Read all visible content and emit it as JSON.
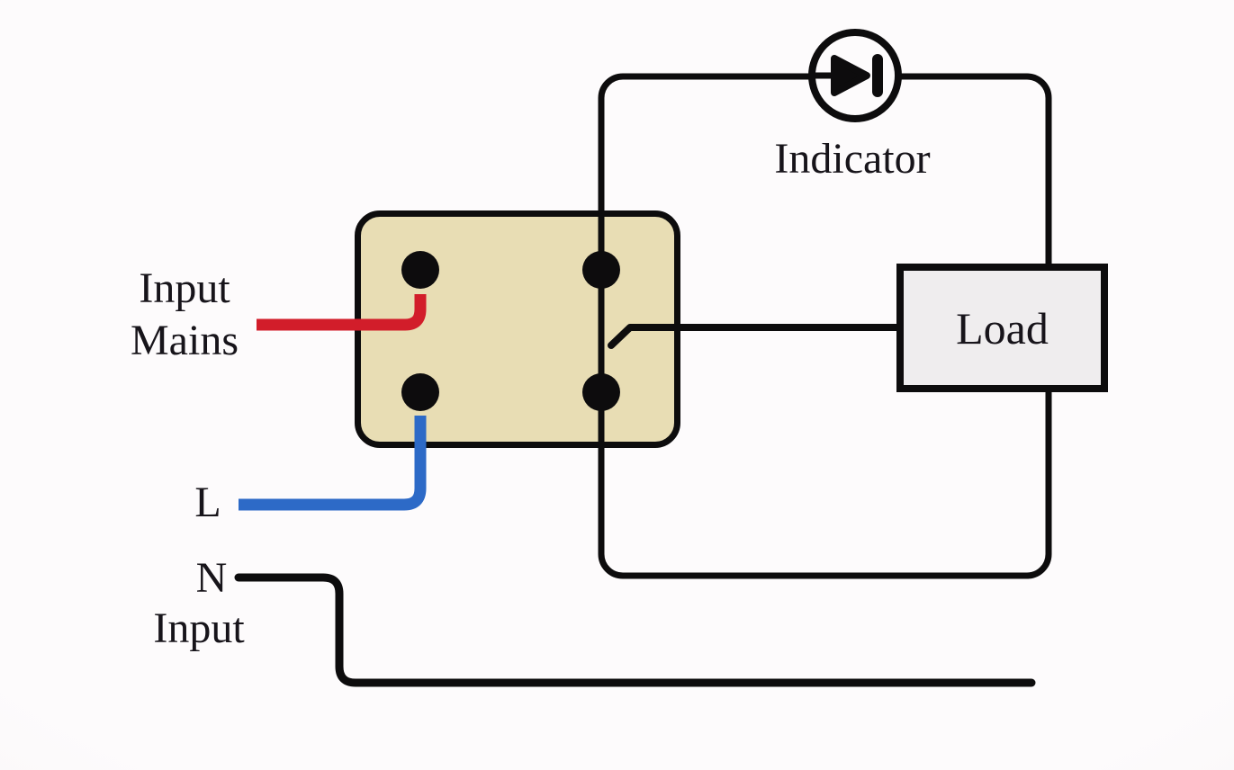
{
  "labels": {
    "input_mains_line1": "Input",
    "input_mains_line2": "Mains",
    "live": "L",
    "neutral": "N",
    "neutral_input": "Input",
    "indicator": "Indicator",
    "load": "Load"
  },
  "colors": {
    "background": "#fcfafb",
    "line_black": "#0d0c0d",
    "live_wire_red": "#d21d2a",
    "wire_blue": "#2d6ac7",
    "switch_fill": "#e8ddb4",
    "load_fill": "#efedee"
  },
  "icons": {
    "indicator_symbol": "diode-in-circle-icon"
  }
}
